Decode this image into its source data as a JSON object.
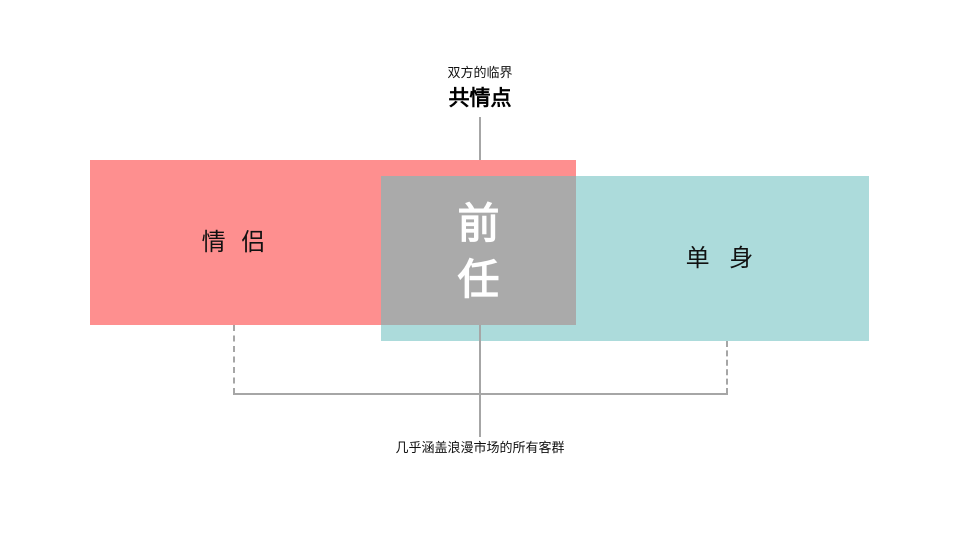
{
  "header": {
    "subtitle": "双方的临界",
    "title": "共情点"
  },
  "sets": {
    "left": {
      "label": "情 侣",
      "color": "#fe8f8f"
    },
    "right": {
      "label": "单 身",
      "color": "#acdbdb"
    },
    "overlap": {
      "line1": "前",
      "line2": "任",
      "color": "#aaaaaa"
    }
  },
  "footer": {
    "caption": "几乎涵盖浪漫市场的所有客群"
  },
  "colors": {
    "connector": "#a6a6a6"
  }
}
